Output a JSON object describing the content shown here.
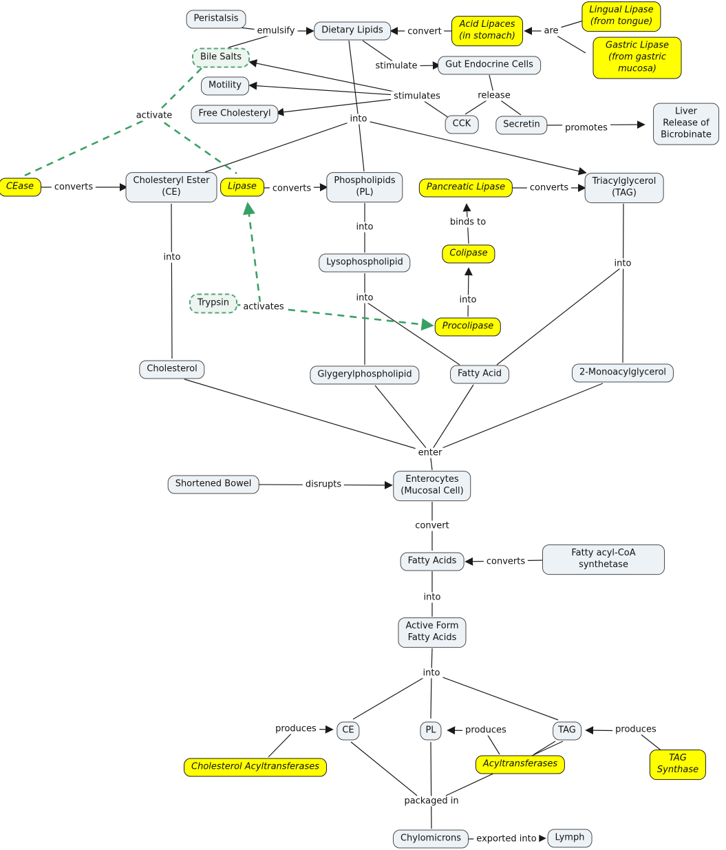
{
  "diagram_title": "Lipid Digestion Concept Map",
  "colors": {
    "node_fill": "#edf2f6",
    "node_border": "#4a4a4a",
    "enzyme_fill": "#ffff00",
    "enzyme_border": "#1a1a1a",
    "dashed_node_border": "#54a377",
    "dashed_node_fill": "#ecf5ef",
    "green_dashed_line": "#39a065",
    "black_line": "#1a1a1a",
    "background": "#ffffff"
  },
  "nodes": {
    "peristalsis": "Peristalsis",
    "dietary_lipids": "Dietary Lipids",
    "acid_lipaces": "Acid Lipaces\n(in stomach)",
    "lingual_lipase": "Lingual Lipase\n(from tongue)",
    "gastric_lipase": "Gastric Lipase\n(from gastric mucosa)",
    "bile_salts": "Bile Salts",
    "gut_endocrine_cells": "Gut Endocrine Cells",
    "motility": "Motility",
    "free_cholesteryl": "Free Cholesteryl",
    "cck": "CCK",
    "secretin": "Secretin",
    "liver_release": "Liver Release of\nBicrobinate",
    "cease": "CEase",
    "cholesteryl_ester": "Cholesteryl Ester\n(CE)",
    "lipase": "Lipase",
    "phospholipids": "Phospholipids\n(PL)",
    "pancreatic_lipase": "Pancreatic Lipase",
    "triacylglycerol": "Triacylglycerol\n(TAG)",
    "lysophospholipid": "Lysophospholipid",
    "colipase": "Colipase",
    "trypsin": "Trypsin",
    "procolipase": "Procolipase",
    "cholesterol": "Cholesterol",
    "glygerylphospholipid": "Glygerylphospholipid",
    "fatty_acid": "Fatty Acid",
    "monoacylglycerol": "2-Monoacylglycerol",
    "shortened_bowel": "Shortened Bowel",
    "enterocytes": "Enterocytes\n(Mucosal Cell)",
    "fatty_acids": "Fatty Acids",
    "fatty_acyl_coa_synthetase": "Fatty acyl-CoA synthetase",
    "active_form_fatty_acids": "Active Form\nFatty Acids",
    "ce": "CE",
    "pl": "PL",
    "tag": "TAG",
    "cholesterol_acyltransferases": "Cholesterol Acyltransferases",
    "acyltransferases": "Acyltransferases",
    "tag_synthase": "TAG Synthase",
    "chylomicrons": "Chylomicrons",
    "lymph": "Lymph"
  },
  "edge_labels": {
    "emulsify": "emulsify",
    "convert_top": "convert",
    "are": "are",
    "stimulate": "stimulate",
    "stimulates": "stimulates",
    "release": "release",
    "promotes": "promotes",
    "activate": "activate",
    "into_dietary": "into",
    "converts_cease": "converts",
    "converts_lipase": "converts",
    "converts_pancreatic": "converts",
    "into_pl": "into",
    "binds_to": "binds to",
    "into_tag": "into",
    "into_lyso": "into",
    "into_procolipase": "into",
    "activates": "activates",
    "into_ce": "into",
    "enter": "enter",
    "disrupts": "disrupts",
    "convert_enterocytes": "convert",
    "converts_synthetase": "converts",
    "into_fatty_acids": "into",
    "into_cepltag": "into",
    "produces_ce": "produces",
    "produces_pl": "produces",
    "produces_tag": "produces",
    "packaged_in": "packaged in",
    "exported_into": "exported into"
  },
  "edges": [
    {
      "from": "Peristalsis",
      "label": "emulsify",
      "to": "Dietary Lipids"
    },
    {
      "from": "Bile Salts",
      "label": "emulsify",
      "to": "Dietary Lipids"
    },
    {
      "from": "Acid Lipaces (in stomach)",
      "label": "convert",
      "to": "Dietary Lipids"
    },
    {
      "from": "Lingual Lipase (from tongue)",
      "label": "are",
      "to": "Acid Lipaces (in stomach)"
    },
    {
      "from": "Gastric Lipase (from gastric mucosa)",
      "label": "are",
      "to": "Acid Lipaces (in stomach)"
    },
    {
      "from": "Dietary Lipids",
      "label": "stimulate",
      "to": "Gut Endocrine Cells"
    },
    {
      "from": "Gut Endocrine Cells",
      "label": "release",
      "to": "CCK"
    },
    {
      "from": "Gut Endocrine Cells",
      "label": "release",
      "to": "Secretin"
    },
    {
      "from": "CCK",
      "label": "stimulates",
      "to": "Bile Salts"
    },
    {
      "from": "CCK",
      "label": "stimulates",
      "to": "Motility"
    },
    {
      "from": "CCK",
      "label": "stimulates",
      "to": "Free Cholesteryl"
    },
    {
      "from": "Secretin",
      "label": "promotes",
      "to": "Liver Release of Bicrobinate"
    },
    {
      "from": "Bile Salts",
      "label": "activate",
      "to": "CEase"
    },
    {
      "from": "Bile Salts",
      "label": "activate",
      "to": "Lipase"
    },
    {
      "from": "Dietary Lipids",
      "label": "into",
      "to": "Cholesteryl Ester (CE)"
    },
    {
      "from": "Dietary Lipids",
      "label": "into",
      "to": "Phospholipids (PL)"
    },
    {
      "from": "Dietary Lipids",
      "label": "into",
      "to": "Triacylglycerol (TAG)"
    },
    {
      "from": "CEase",
      "label": "converts",
      "to": "Cholesteryl Ester (CE)"
    },
    {
      "from": "Lipase",
      "label": "converts",
      "to": "Phospholipids (PL)"
    },
    {
      "from": "Pancreatic Lipase",
      "label": "converts",
      "to": "Triacylglycerol (TAG)"
    },
    {
      "from": "Colipase",
      "label": "binds to",
      "to": "Pancreatic Lipase"
    },
    {
      "from": "Procolipase",
      "label": "into",
      "to": "Colipase"
    },
    {
      "from": "Trypsin",
      "label": "activates",
      "to": "Lipase"
    },
    {
      "from": "Trypsin",
      "label": "activates",
      "to": "Procolipase"
    },
    {
      "from": "Phospholipids (PL)",
      "label": "into",
      "to": "Lysophospholipid"
    },
    {
      "from": "Lysophospholipid",
      "label": "into",
      "to": "Glygerylphospholipid"
    },
    {
      "from": "Lysophospholipid",
      "label": "into",
      "to": "Fatty Acid"
    },
    {
      "from": "Triacylglycerol (TAG)",
      "label": "into",
      "to": "Fatty Acid"
    },
    {
      "from": "Triacylglycerol (TAG)",
      "label": "into",
      "to": "2-Monoacylglycerol"
    },
    {
      "from": "Cholesteryl Ester (CE)",
      "label": "into",
      "to": "Cholesterol"
    },
    {
      "from": "Cholesterol",
      "label": "enter",
      "to": "Enterocytes (Mucosal Cell)"
    },
    {
      "from": "Glygerylphospholipid",
      "label": "enter",
      "to": "Enterocytes (Mucosal Cell)"
    },
    {
      "from": "Fatty Acid",
      "label": "enter",
      "to": "Enterocytes (Mucosal Cell)"
    },
    {
      "from": "2-Monoacylglycerol",
      "label": "enter",
      "to": "Enterocytes (Mucosal Cell)"
    },
    {
      "from": "Shortened Bowel",
      "label": "disrupts",
      "to": "Enterocytes (Mucosal Cell)"
    },
    {
      "from": "Enterocytes (Mucosal Cell)",
      "label": "convert",
      "to": "Fatty Acids"
    },
    {
      "from": "Fatty acyl-CoA synthetase",
      "label": "converts",
      "to": "Fatty Acids"
    },
    {
      "from": "Fatty Acids",
      "label": "into",
      "to": "Active Form Fatty Acids"
    },
    {
      "from": "Active Form Fatty Acids",
      "label": "into",
      "to": "CE"
    },
    {
      "from": "Active Form Fatty Acids",
      "label": "into",
      "to": "PL"
    },
    {
      "from": "Active Form Fatty Acids",
      "label": "into",
      "to": "TAG"
    },
    {
      "from": "Cholesterol Acyltransferases",
      "label": "produces",
      "to": "CE"
    },
    {
      "from": "Acyltransferases",
      "label": "produces",
      "to": "PL"
    },
    {
      "from": "Acyltransferases",
      "label": "",
      "to": "TAG"
    },
    {
      "from": "TAG Synthase",
      "label": "produces",
      "to": "TAG"
    },
    {
      "from": "CE",
      "label": "packaged in",
      "to": "Chylomicrons"
    },
    {
      "from": "PL",
      "label": "packaged in",
      "to": "Chylomicrons"
    },
    {
      "from": "TAG",
      "label": "packaged in",
      "to": "Chylomicrons"
    },
    {
      "from": "Chylomicrons",
      "label": "exported into",
      "to": "Lymph"
    }
  ]
}
